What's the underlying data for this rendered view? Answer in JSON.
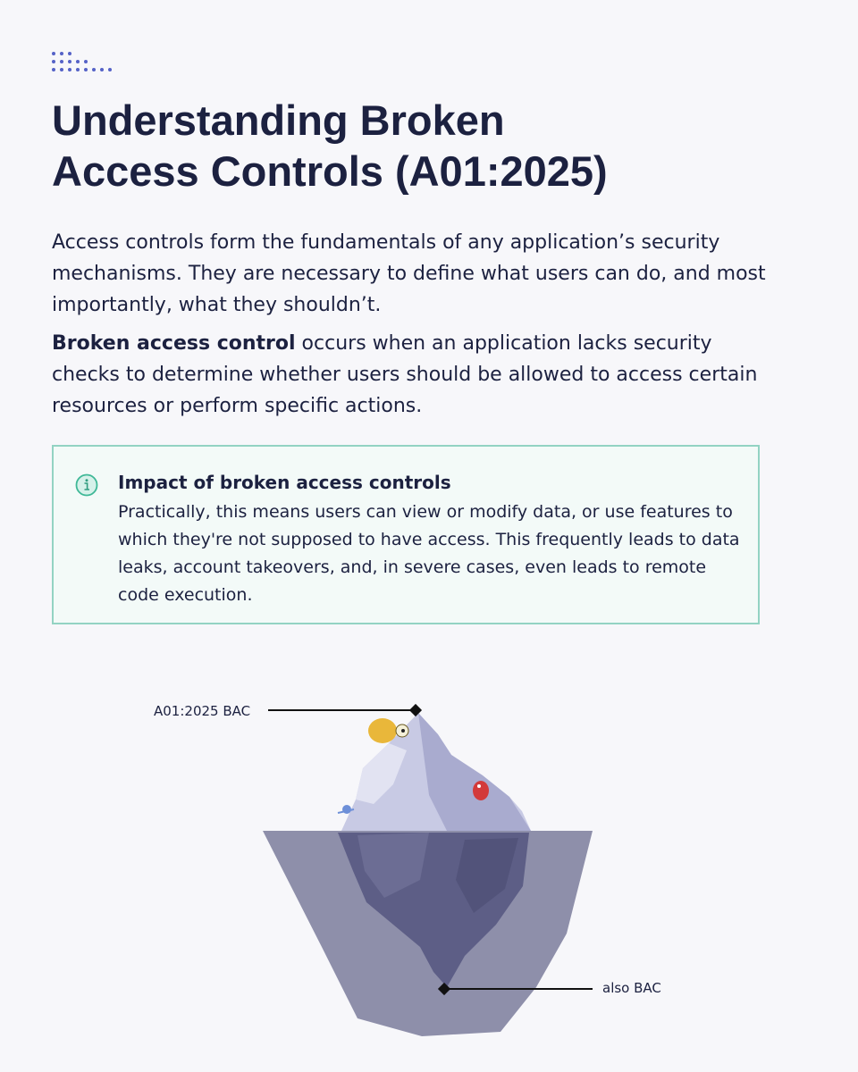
{
  "header": {
    "title_line1": "Understanding Broken",
    "title_line2": "Access Controls (A01:2025)"
  },
  "intro": {
    "paragraph1": "Access controls form the fundamentals of any application’s security mechanisms. They are necessary to define what users can do, and most importantly, what they shouldn’t.",
    "paragraph2_bold": "Broken access control",
    "paragraph2_rest": " occurs when an application lacks security checks to determine whether users should be allowed to access certain resources or perform specific actions."
  },
  "callout": {
    "icon": "info-icon",
    "title": "Impact of broken access controls",
    "body": "Practically, this means users can view or modify data, or use features to which they're not supposed to have access. This frequently leads to data leaks, account takeovers, and, in severe cases, even leads to remote code execution."
  },
  "illustration": {
    "label_top": "A01:2025 BAC",
    "label_bottom": "also BAC",
    "colors": {
      "ice_above": "#c7c9e3",
      "ice_below": "#5e5f85",
      "water": "#8e8faa",
      "accent": "#5562c7",
      "callout_border": "#93d3c3"
    }
  }
}
